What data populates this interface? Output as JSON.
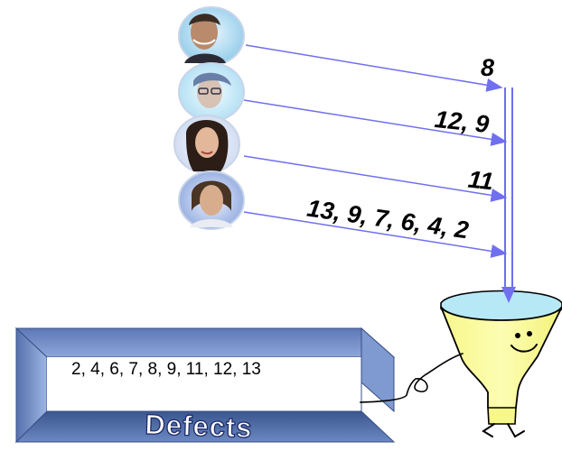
{
  "people": [
    {
      "name_icon": "man-smiling-avatar-icon",
      "defects_label": "8"
    },
    {
      "name_icon": "woman-with-glasses-avatar-icon",
      "defects_label": "12, 9"
    },
    {
      "name_icon": "woman-dark-hair-avatar-icon",
      "defects_label": "11"
    },
    {
      "name_icon": "man-long-hair-avatar-icon",
      "defects_label": "13, 9, 7, 6, 4, 2"
    }
  ],
  "sorted_defects": "2, 4, 6, 7, 8, 9, 11, 12, 13",
  "box_title": "Defects",
  "colors": {
    "arrow": "#6f6ff0",
    "box_dark": "#3f5b99",
    "box_mid": "#6e8bc7",
    "box_light": "#a9c0e8",
    "funnel": "#fbfb9a",
    "funnel_top": "#b7e8f6"
  }
}
